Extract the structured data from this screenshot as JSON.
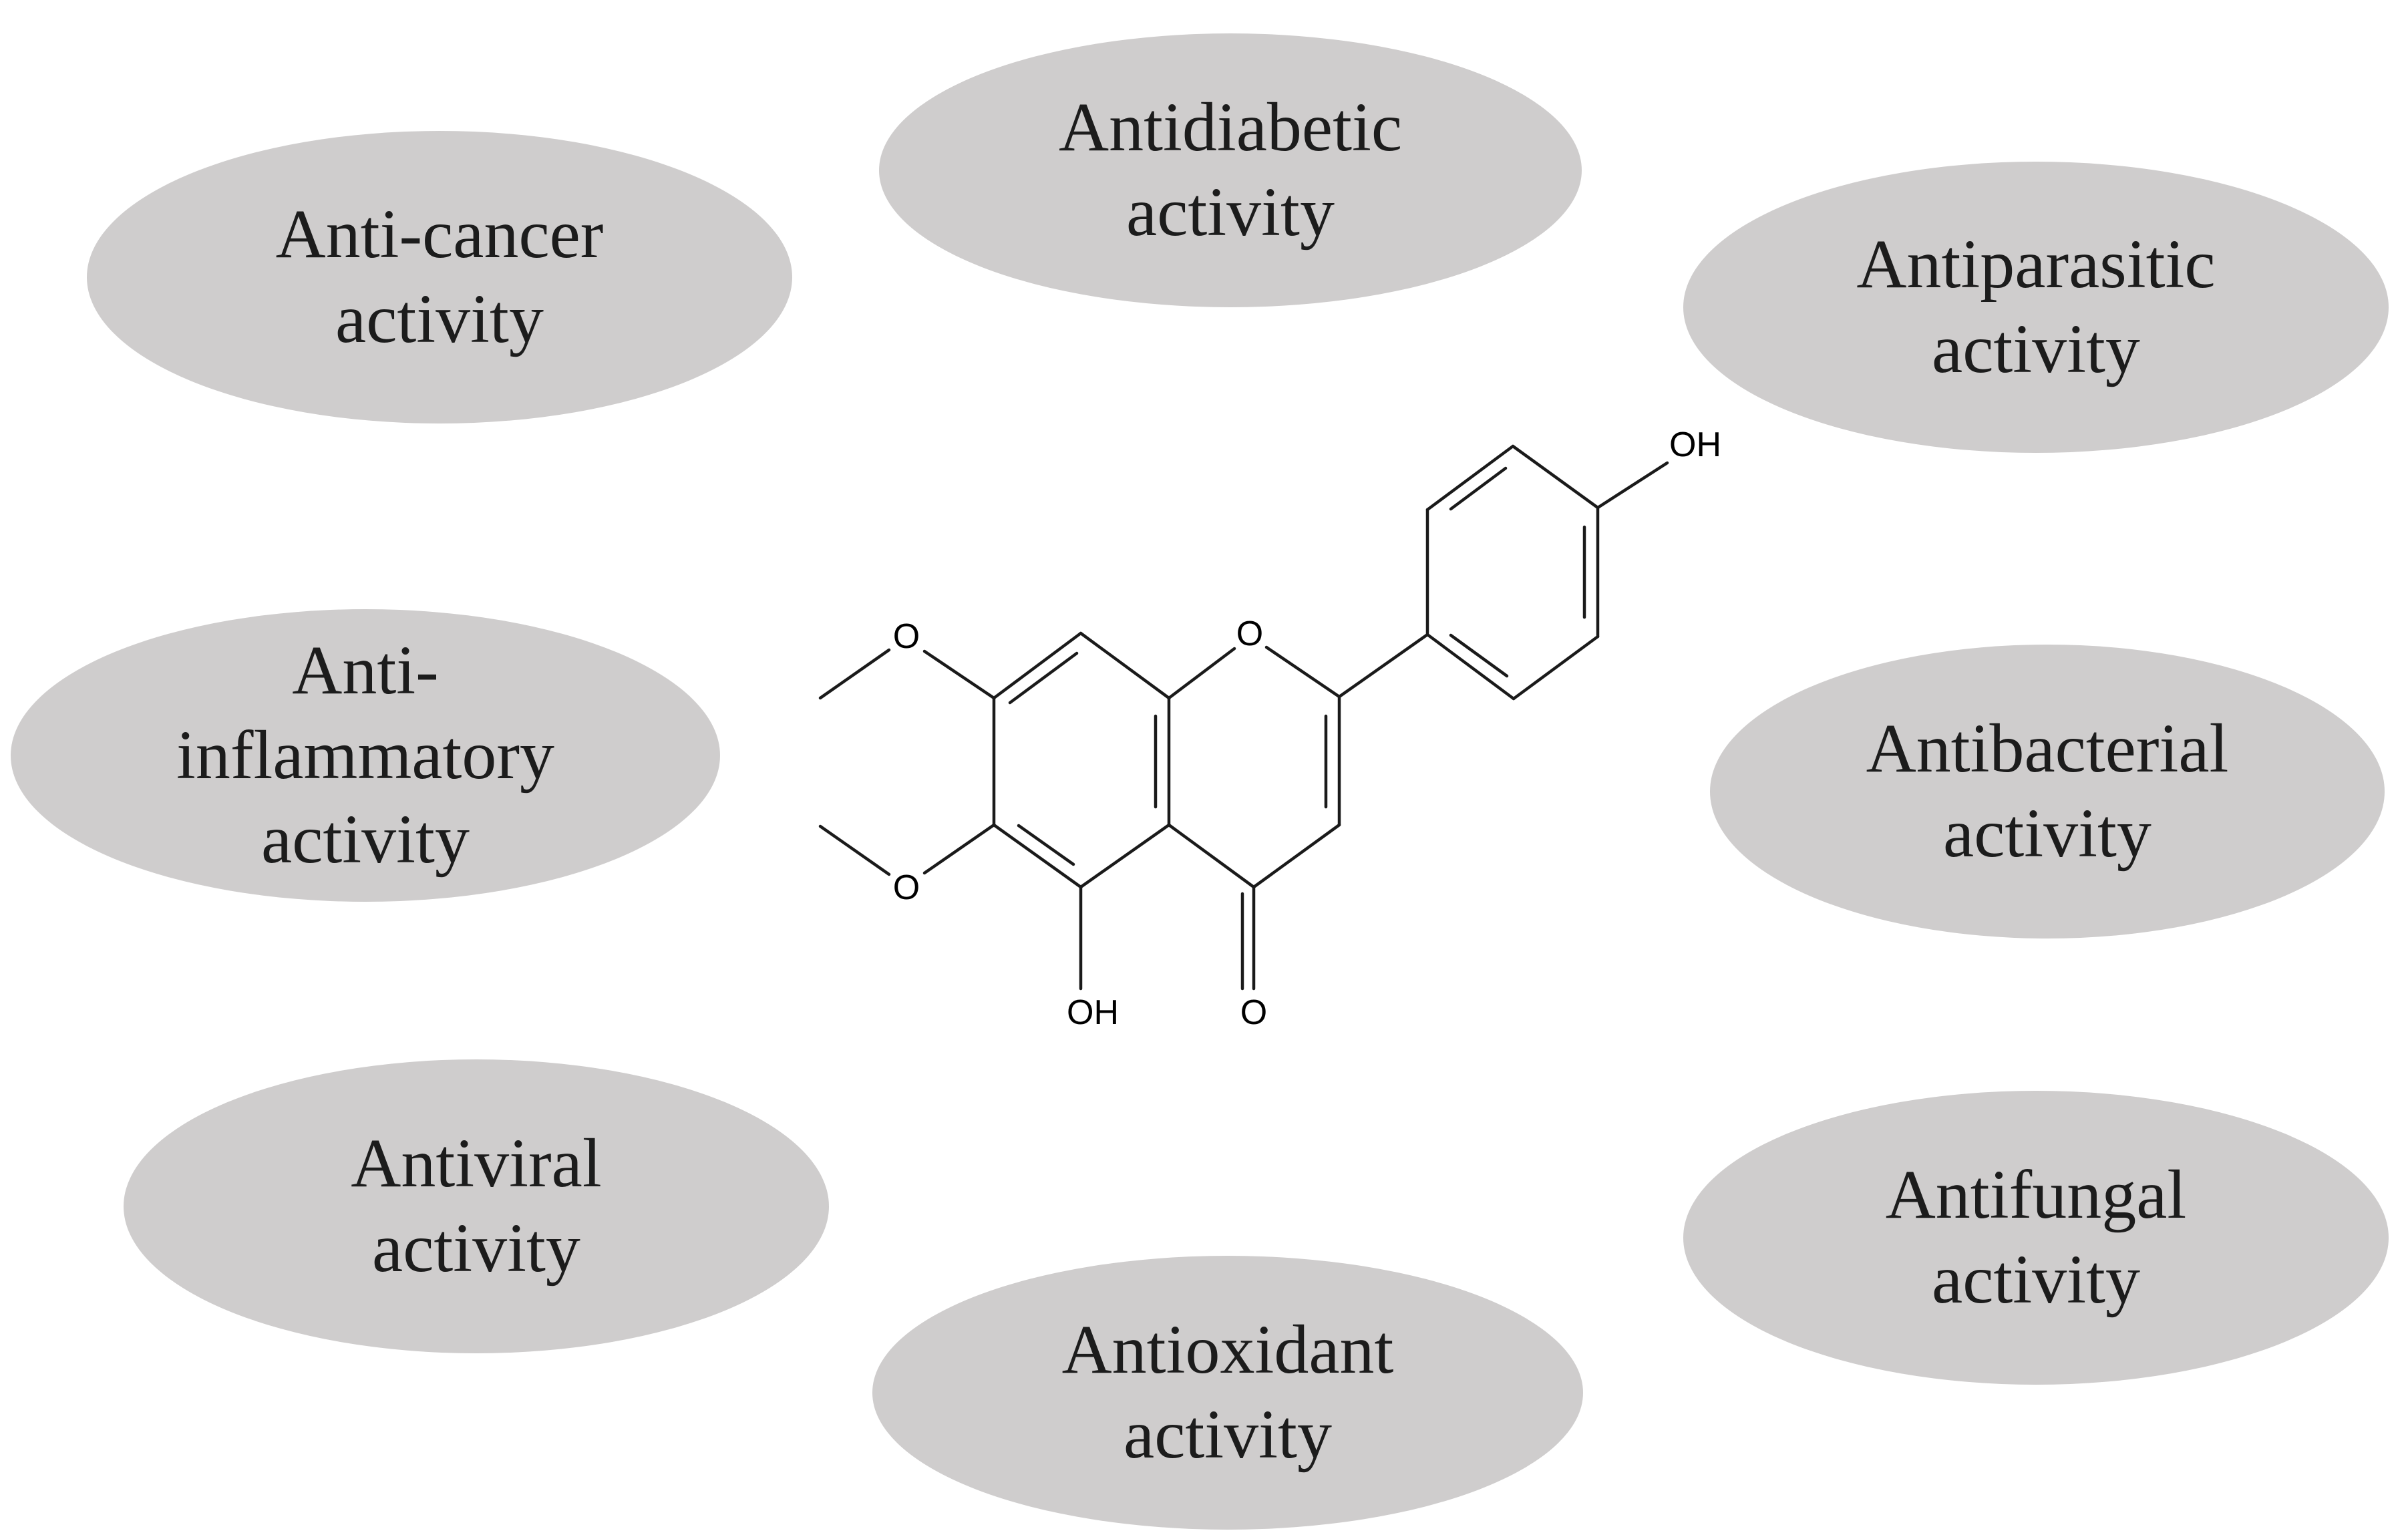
{
  "figure": {
    "background_color": "#ffffff",
    "bubble_fill_color": "#cfcdcd",
    "bubble_text_color": "#1c1c1c",
    "molecule_line_color": "#1a1a1a",
    "bubbles": [
      {
        "id": "anti-cancer",
        "text": "Anti-cancer\nactivity"
      },
      {
        "id": "antidiabetic",
        "text": "Antidiabetic\nactivity"
      },
      {
        "id": "antiparasitic",
        "text": "Antiparasitic\nactivity"
      },
      {
        "id": "anti-inflammatory",
        "text": "Anti-\ninflammatory\nactivity"
      },
      {
        "id": "antibacterial",
        "text": "Antibacterial\nactivity"
      },
      {
        "id": "antiviral",
        "text": "Antiviral\nactivity"
      },
      {
        "id": "antioxidant",
        "text": "Antioxidant\nactivity"
      },
      {
        "id": "antifungal",
        "text": "Antifungal\nactivity"
      }
    ],
    "molecule": {
      "atom_labels": [
        {
          "id": "ring-oxygen",
          "text": "O"
        },
        {
          "id": "methoxy-top-oxygen",
          "text": "O"
        },
        {
          "id": "methoxy-bottom-oxygen",
          "text": "O"
        },
        {
          "id": "c5-hydroxyl",
          "text": "OH"
        },
        {
          "id": "ketone-oxygen",
          "text": "O"
        },
        {
          "id": "para-hydroxyl",
          "text": "OH"
        }
      ]
    }
  }
}
